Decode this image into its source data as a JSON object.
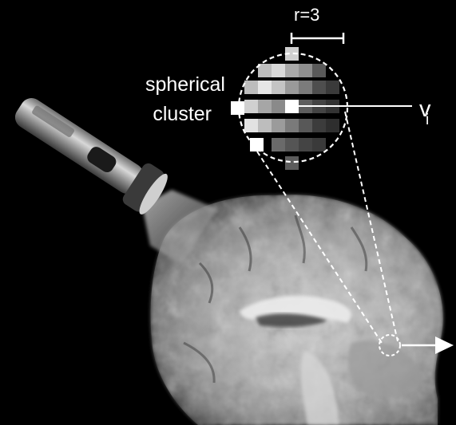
{
  "labels": {
    "cluster_line1": "spherical",
    "cluster_line2": "cluster",
    "radius": "r=3",
    "voxel": "v",
    "voxel_subscript": "i"
  },
  "icons": {
    "flashlight": "flashlight-icon",
    "brain": "brain-mri-sagittal-image",
    "arrow": "arrow-right-icon"
  },
  "colors": {
    "background": "#000000",
    "annotation": "#ffffff",
    "grid_dark": "#3a3a3a",
    "grid_light": "#e6e6e6"
  }
}
